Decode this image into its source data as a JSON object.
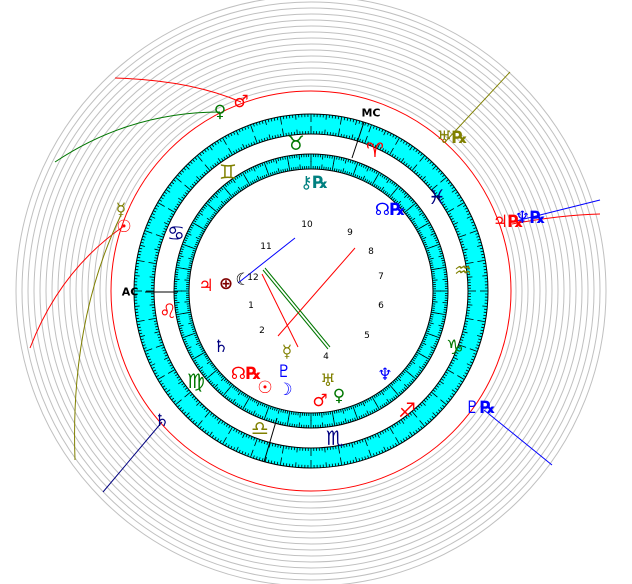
{
  "axes": {
    "ascendant": "AC",
    "midheaven": "MC"
  },
  "houses": [
    "1",
    "2",
    "4",
    "5",
    "6",
    "7",
    "8",
    "9",
    "10",
    "11",
    "12"
  ],
  "signs": [
    {
      "name": "aries",
      "glyph": "♈",
      "color": "#ff0000"
    },
    {
      "name": "taurus",
      "glyph": "♉",
      "color": "#007700"
    },
    {
      "name": "gemini",
      "glyph": "♊",
      "color": "#808000"
    },
    {
      "name": "cancer",
      "glyph": "♋",
      "color": "#000080"
    },
    {
      "name": "leo",
      "glyph": "♌",
      "color": "#ff0000"
    },
    {
      "name": "virgo",
      "glyph": "♍",
      "color": "#007700"
    },
    {
      "name": "libra",
      "glyph": "♎",
      "color": "#808000"
    },
    {
      "name": "scorpio",
      "glyph": "♏",
      "color": "#000080"
    },
    {
      "name": "sagittarius",
      "glyph": "♐",
      "color": "#ff0000"
    },
    {
      "name": "capricorn",
      "glyph": "♑",
      "color": "#007700"
    },
    {
      "name": "aquarius",
      "glyph": "♒",
      "color": "#808000"
    },
    {
      "name": "pisces",
      "glyph": "♓",
      "color": "#000080"
    }
  ],
  "natal": [
    {
      "name": "chiron",
      "glyph": "⚷℞",
      "color": "#008080"
    },
    {
      "name": "node-retro",
      "glyph": "☊℞",
      "color": "#0000ff"
    },
    {
      "name": "fortune",
      "glyph": "⊕",
      "color": "#800000"
    },
    {
      "name": "moon-black",
      "glyph": "☾",
      "color": "#000000"
    },
    {
      "name": "jupiter",
      "glyph": "♃",
      "color": "#ff0000"
    },
    {
      "name": "saturn",
      "glyph": "♄",
      "color": "#000080"
    },
    {
      "name": "node",
      "glyph": "☊℞",
      "color": "#ff0000"
    },
    {
      "name": "mercury",
      "glyph": "☿",
      "color": "#808000"
    },
    {
      "name": "pluto",
      "glyph": "♇",
      "color": "#0000ff"
    },
    {
      "name": "sun",
      "glyph": "☉",
      "color": "#ff0000"
    },
    {
      "name": "moon",
      "glyph": "☽",
      "color": "#0000ff"
    },
    {
      "name": "uranus",
      "glyph": "♅",
      "color": "#808000"
    },
    {
      "name": "mars",
      "glyph": "♂",
      "color": "#ff0000"
    },
    {
      "name": "venus",
      "glyph": "♀",
      "color": "#007700"
    },
    {
      "name": "neptune",
      "glyph": "♆",
      "color": "#0000ff"
    }
  ],
  "transits": [
    {
      "name": "mars",
      "glyph": "♂",
      "color": "#ff0000"
    },
    {
      "name": "venus",
      "glyph": "♀",
      "color": "#007700"
    },
    {
      "name": "mercury",
      "glyph": "☿",
      "color": "#808000"
    },
    {
      "name": "sun",
      "glyph": "☉",
      "color": "#ff0000"
    },
    {
      "name": "uranus",
      "glyph": "♅℞",
      "color": "#808000"
    },
    {
      "name": "jupiter",
      "glyph": "♃℞",
      "color": "#ff0000"
    },
    {
      "name": "neptune",
      "glyph": "♆℞",
      "color": "#0000ff"
    },
    {
      "name": "pluto",
      "glyph": "♇℞",
      "color": "#0000ff"
    },
    {
      "name": "saturn",
      "glyph": "♄",
      "color": "#000080"
    }
  ],
  "colors": {
    "ring": "#00ffff",
    "circle": "#ff0000",
    "grid": "#c0c0c0"
  }
}
